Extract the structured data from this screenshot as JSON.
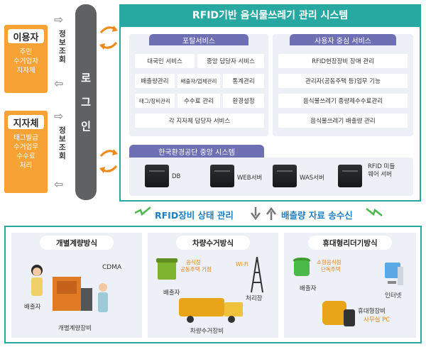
{
  "left": {
    "user_box": {
      "title": "이용자",
      "lines": [
        "주민",
        "수거업자",
        "지자체"
      ]
    },
    "municipality_box": {
      "title": "지자체",
      "lines": [
        "태그발급",
        "수거업무",
        "수수료",
        "처리"
      ]
    },
    "info_label": "정보조회"
  },
  "login": {
    "label": "로그인"
  },
  "system": {
    "title": "RFID기반 음식물쓰레기 관리 시스템",
    "portal": {
      "title": "포탈서비스",
      "rows": [
        [
          "대국민 서비스",
          "중앙 담당자 서비스"
        ],
        [
          "배출량관리",
          "배출자/업체관리",
          "통계관리"
        ],
        [
          "태그/장비관리",
          "수수료 관리",
          "환경설정"
        ],
        [
          "각 지자체 담당자 서비스"
        ]
      ]
    },
    "user_service": {
      "title": "사용자 중심 서비스",
      "items": [
        "RFID현장장비 장애 관리",
        "관리자(공동주택 등)업무 기능",
        "음식물쓰레기 종량제수수료관리",
        "음식물쓰레기 배출량 관리"
      ]
    },
    "central": {
      "title": "한국환경공단 중앙 시스템",
      "servers": [
        "DB",
        "WEB서버",
        "WAS서버",
        "RFID 미들웨어 서버"
      ]
    }
  },
  "banner": {
    "left": "RFID장비 상태 관리",
    "right": "배출량 자료 송수신"
  },
  "methods": [
    {
      "title": "개별계량방식",
      "labels": [
        "CDMA",
        "배출자",
        "개별계량장비"
      ]
    },
    {
      "title": "차량수거방식",
      "labels": [
        "음식점",
        "공동주택 거점",
        "Wi-Fi",
        "배출자",
        "처리장",
        "차량수거장비"
      ]
    },
    {
      "title": "휴대형리더기방식",
      "labels": [
        "소형음식점",
        "단독주택",
        "배출자",
        "인터넷",
        "휴대형장비",
        "사무실 PC"
      ]
    }
  ],
  "colors": {
    "teal": "#27a8a1",
    "orange": "#f7a234",
    "purple": "#6f6fb3",
    "gray": "#5f6163",
    "blue": "#1f7fc0",
    "green": "#4bb84a"
  }
}
